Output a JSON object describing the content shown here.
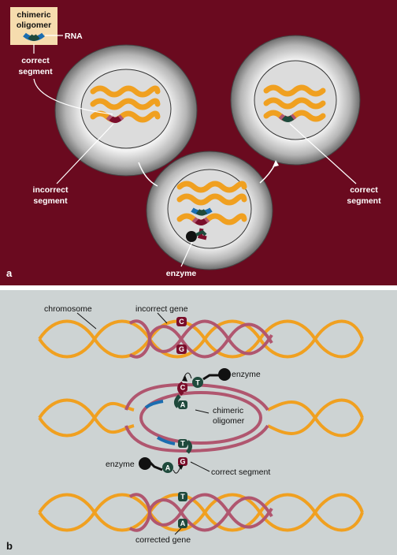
{
  "panel_a": {
    "label": "a",
    "legend_title_line1": "chimeric",
    "legend_title_line2": "oligomer",
    "legend_rna": "RNA",
    "correct_segment_top_line1": "correct",
    "correct_segment_top_line2": "segment",
    "incorrect_segment_line1": "incorrect",
    "incorrect_segment_line2": "segment",
    "correct_segment_right_line1": "correct",
    "correct_segment_right_line2": "segment",
    "enzyme": "enzyme"
  },
  "panel_b": {
    "label": "b",
    "chromosome": "chromosome",
    "incorrect_gene": "incorrect gene",
    "enzyme_top": "enzyme",
    "chimeric_line1": "chimeric",
    "chimeric_line2": "oligomer",
    "enzyme_bottom": "enzyme",
    "correct_segment": "correct segment",
    "corrected_gene": "corrected gene",
    "base_c1": "C",
    "base_g1": "G",
    "base_c2": "C",
    "base_t2": "T",
    "base_a2": "A",
    "base_t3": "T",
    "base_g3": "G",
    "base_a3": "A",
    "base_t4": "T",
    "base_a4": "A"
  },
  "colors": {
    "panel_a_bg": "#6a0a1f",
    "panel_b_bg": "#cdd3d3",
    "chromosome_orange": "#f0a020",
    "gene_mauve": "#b0566f",
    "incorrect_dark": "#7a0d2a",
    "correct_green": "#1f4a3c",
    "rna_blue": "#1a6db0",
    "legend_box": "#f6dcae"
  }
}
